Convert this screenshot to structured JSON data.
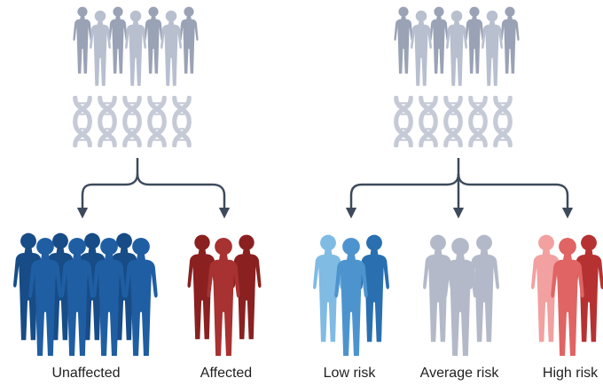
{
  "diagram": {
    "colors": {
      "population_grey": "#b8bfcf",
      "population_grey_dark": "#9aa2b5",
      "dna": "#c5cad6",
      "connector": "#3d4a5c",
      "unaffected_dark": "#174c87",
      "unaffected_mid": "#1f5ea3",
      "affected_dark": "#8a2020",
      "affected_mid": "#a83131",
      "low_risk_light": "#7fbbe3",
      "low_risk_mid": "#4d94cf",
      "low_risk_dark": "#2a6fb0",
      "average_risk": "#b3b9c8",
      "high_risk_light": "#f2a0a0",
      "high_risk_mid": "#e06464",
      "high_risk_dark": "#b63232"
    },
    "labels": {
      "unaffected": "Unaffected",
      "affected": "Affected",
      "low_risk": "Low risk",
      "average_risk": "Average risk",
      "high_risk": "High risk"
    },
    "icons": {
      "population": "human-silhouette-group",
      "genome": "dna-helix-row",
      "branch": "branching-arrow"
    }
  }
}
